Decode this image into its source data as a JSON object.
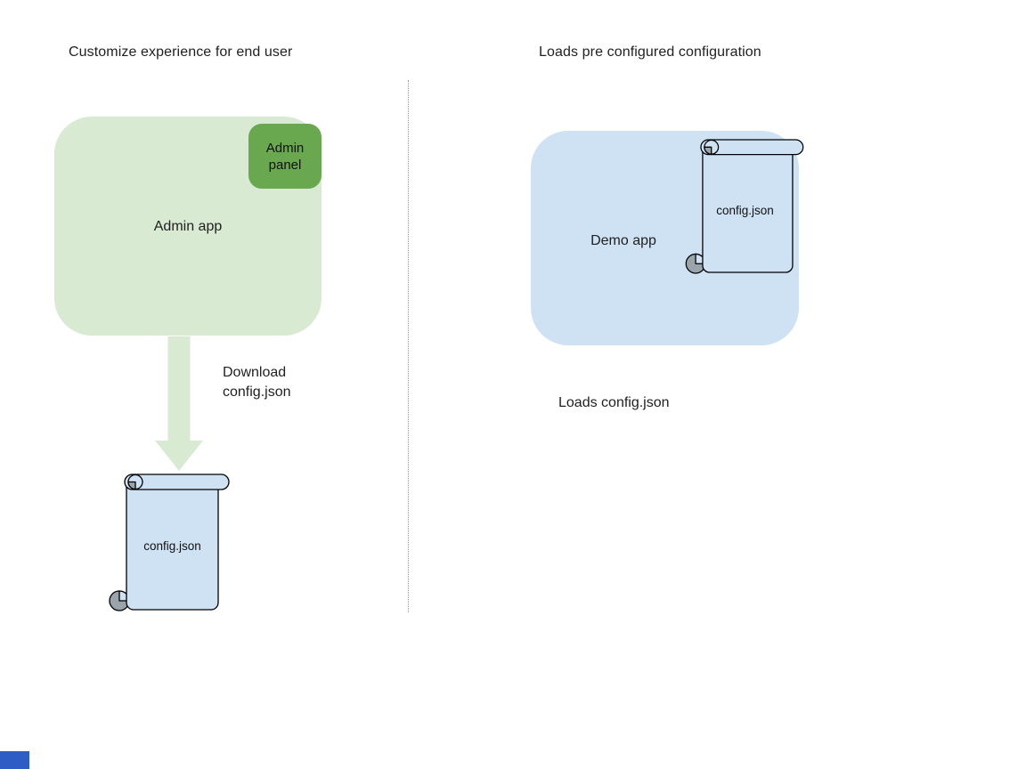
{
  "diagram": {
    "left": {
      "title": "Customize experience for end user",
      "admin_app": {
        "label": "Admin app"
      },
      "admin_panel": {
        "label": "Admin panel"
      },
      "download_arrow": {
        "label": "Download\nconfig.json"
      },
      "config_file": {
        "label": "config.json"
      }
    },
    "right": {
      "title": "Loads pre configured configuration",
      "demo_app": {
        "label": "Demo app"
      },
      "config_file": {
        "label": "config.json"
      },
      "caption": "Loads config.json"
    },
    "colors": {
      "admin_app_fill": "#d9ead3",
      "admin_panel_fill": "#6aa84f",
      "arrow_fill": "#d9ead3",
      "file_scroll_fill": "#cfe2f3",
      "demo_app_fill": "#cfe2f3",
      "scroll_curl_fill": "#9ba3ab",
      "shape_outline": "#000000",
      "divider": "#999999",
      "corner_shape_fill": "#2e5dc6",
      "text": "#1f1f1f"
    }
  }
}
